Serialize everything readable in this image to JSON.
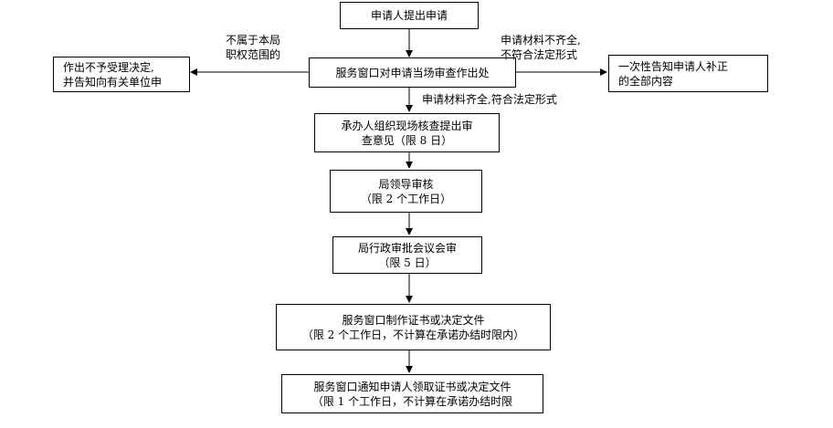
{
  "flow": {
    "start": "申请人提出申请",
    "window_review": "服务窗口对申请当场审查作出处",
    "reject": {
      "line1": "作出不予受理决定,",
      "line2": "并告知向有关单位申"
    },
    "supplement": {
      "line1": "一次性告知申请人补正",
      "line2": "的全部内容"
    },
    "label_out_of_scope": {
      "line1": "不属于本局",
      "line2": "职权范围的"
    },
    "label_incomplete": {
      "line1": "申请材料不齐全,",
      "line2": "不符合法定形式"
    },
    "label_complete": "申请材料齐全,符合法定形式",
    "site_check": {
      "line1": "承办人组织现场核查提出审",
      "line2": "查意见（限 8 日）"
    },
    "leader_review": {
      "line1": "局领导审核",
      "line2": "（限 2 个工作日）"
    },
    "admin_meeting": {
      "line1": "局行政审批会议会审",
      "line2": "（限 5 日）"
    },
    "make_certificate": {
      "line1": "服务窗口制作证书或决定文件",
      "line2": "（限 2 个工作日，不计算在承诺办结时限内）"
    },
    "notify_applicant": {
      "line1": "服务窗口通知申请人领取证书或决定文件",
      "line2": "（限 1 个工作日，不计算在承诺办结时限"
    }
  }
}
